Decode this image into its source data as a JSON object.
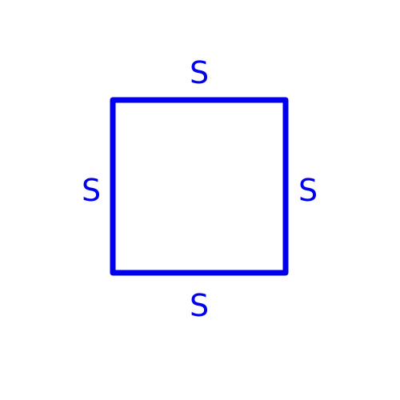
{
  "colors": {
    "stroke": "#0000ee",
    "background": "#ffffff"
  },
  "square": {
    "labels": {
      "top": "S",
      "left": "S",
      "right": "S",
      "bottom": "S"
    }
  }
}
